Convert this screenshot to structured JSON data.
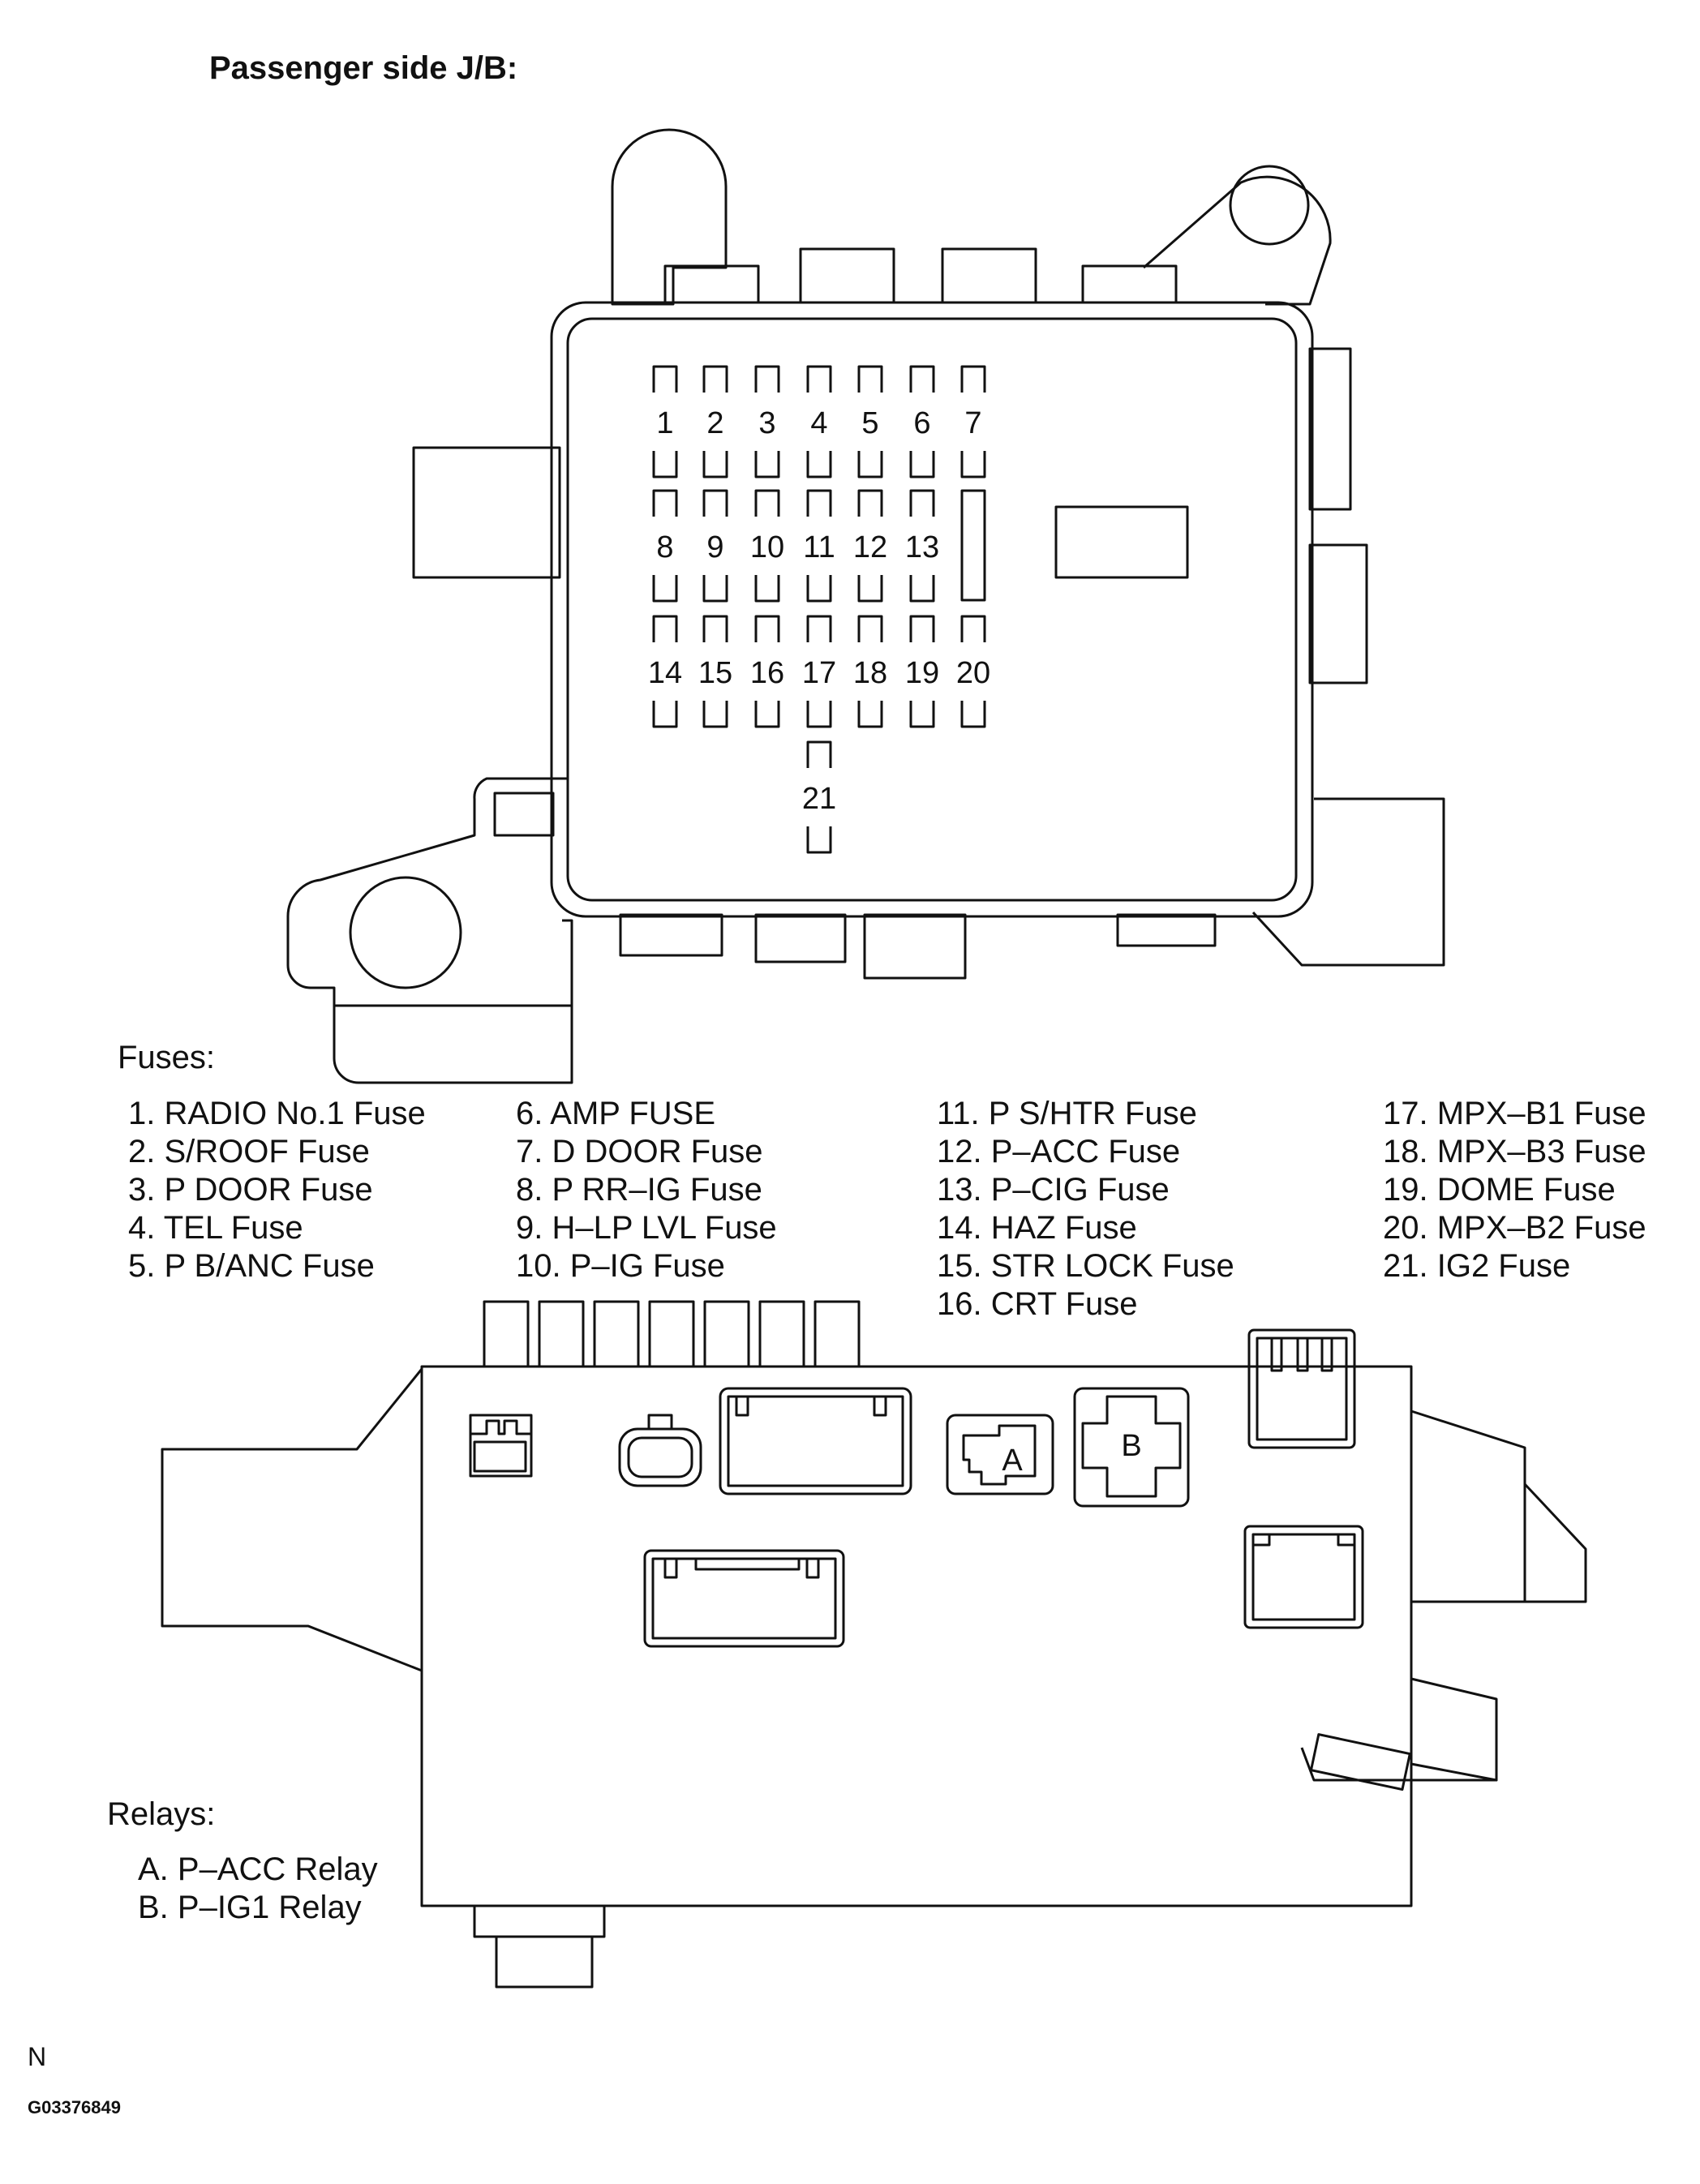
{
  "title": "Passenger side J/B:",
  "fuse_slot_numbers": {
    "row1": [
      "1",
      "2",
      "3",
      "4",
      "5",
      "6",
      "7"
    ],
    "row2": [
      "8",
      "9",
      "10",
      "11",
      "12",
      "13"
    ],
    "row3": [
      "14",
      "15",
      "16",
      "17",
      "18",
      "19",
      "20"
    ],
    "row4": [
      "21"
    ]
  },
  "relay_letters": {
    "a": "A",
    "b": "B"
  },
  "fuses_heading": "Fuses:",
  "fuses": {
    "col1": [
      "1. RADIO No.1 Fuse",
      "2. S/ROOF Fuse",
      "3. P DOOR Fuse",
      "4. TEL Fuse",
      "5. P B/ANC Fuse"
    ],
    "col2": [
      "6. AMP FUSE",
      "7. D DOOR Fuse",
      "8. P RR–IG Fuse",
      "9. H–LP LVL Fuse",
      "10. P–IG Fuse"
    ],
    "col3": [
      "11. P S/HTR Fuse",
      "12. P–ACC Fuse",
      "13. P–CIG Fuse",
      "14. HAZ Fuse",
      "15. STR LOCK Fuse",
      "16. CRT Fuse"
    ],
    "col4": [
      "17. MPX–B1 Fuse",
      "18. MPX–B3 Fuse",
      "19. DOME Fuse",
      "20. MPX–B2 Fuse",
      "21. IG2 Fuse"
    ]
  },
  "relays_heading": "Relays:",
  "relays": [
    "A. P–ACC Relay",
    "B. P–IG1 Relay"
  ],
  "figure_letter": "N",
  "figure_code": "G03376849"
}
